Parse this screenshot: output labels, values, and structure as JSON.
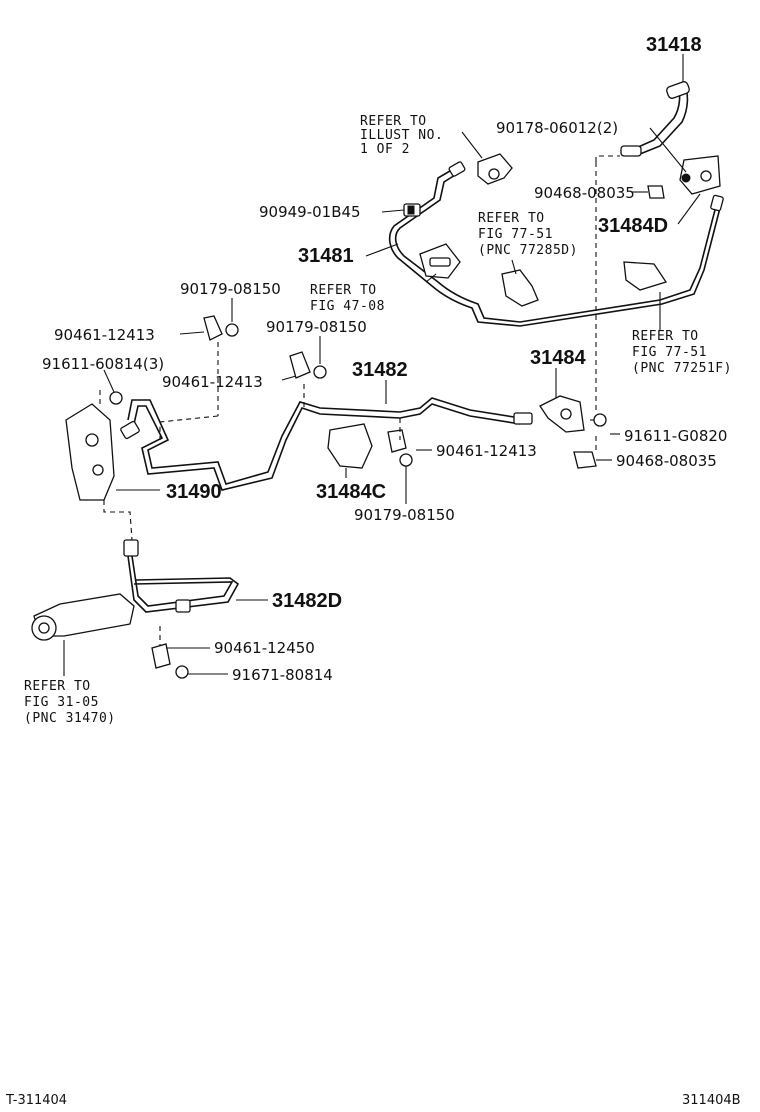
{
  "labels": {
    "p31418": "31418",
    "p90178": "90178-06012(2)",
    "p90468a": "90468-08035",
    "p31484D": "31484D",
    "p90949": "90949-01B45",
    "p31481": "31481",
    "p90179a": "90179-08150",
    "p90461a": "90461-12413",
    "p91611a": "91611-60814(3)",
    "p90179b": "90179-08150",
    "p90461b": "90461-12413",
    "p31482": "31482",
    "p31484": "31484",
    "p91611b": "91611-G0820",
    "p90461c": "90461-12413",
    "p90468b": "90468-08035",
    "p31490": "31490",
    "p31484C": "31484C",
    "p90179c": "90179-08150",
    "p31482D": "31482D",
    "p90461d": "90461-12450",
    "p91671": "91671-80814"
  },
  "refs": {
    "illust": [
      "REFER TO",
      "ILLUST NO.",
      "1 OF 2"
    ],
    "fig7751a": [
      "REFER TO",
      "FIG 77-51",
      "(PNC 77285D)"
    ],
    "fig4708": [
      "REFER TO",
      "FIG 47-08"
    ],
    "fig7751b": [
      "REFER TO",
      "FIG 77-51",
      "(PNC 77251F)"
    ],
    "fig3105": [
      "REFER TO",
      "FIG 31-05",
      "(PNC 31470)"
    ]
  },
  "footer": {
    "left_code": "T-311404",
    "right_code": "311404B"
  }
}
